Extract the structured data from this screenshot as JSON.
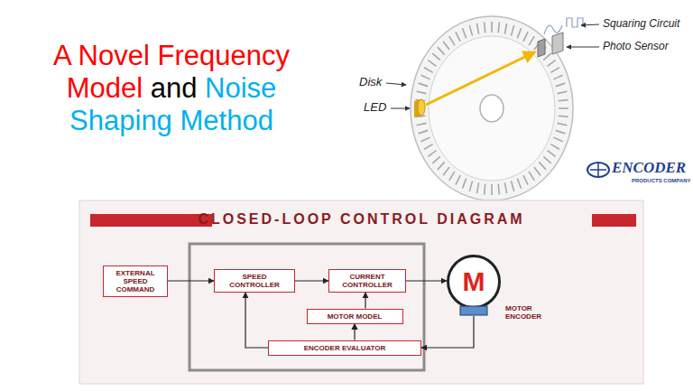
{
  "diagram": {
    "title": "A Novel Frequency Model and Noise Shaping Method",
    "nodes": [
      {
        "text": [
          "CLOSED-LOOP CONTROL DIAGRAM"
        ]
      },
      {
        "text": [
          "EXTERNAL SPEED COMMAND"
        ],
        "in": 0
      },
      {
        "text": [
          "SPEED CONTROLLER"
        ],
        "in": 0
      },
      {
        "text": [
          "CURRENT CONTROLLER"
        ],
        "in": 0
      },
      {
        "text": [
          "MOTOR MODEL"
        ],
        "in": 0
      },
      {
        "text": [
          "ENCODER EVALUATOR"
        ],
        "in": 0
      },
      {
        "text": [
          "M"
        ],
        "in": 0
      }
    ],
    "edges": [
      {
        "from": 1,
        "to": 2,
        "arrow": "to"
      },
      {
        "from": 2,
        "to": 3,
        "arrow": "to"
      },
      {
        "from": 4,
        "to": 3,
        "arrow": "to"
      },
      {
        "from": 5,
        "to": 4,
        "arrow": "to"
      },
      {
        "from": 5,
        "to": 2,
        "arrow": "to"
      },
      {
        "from": 3,
        "to": 6,
        "arrow": "to"
      },
      {
        "from": 6,
        "to": 5,
        "arrow": "to"
      }
    ],
    "labels": [
      "Squaring Circuit",
      "Photo Sensor",
      "Disk",
      "LED",
      "ENCODER",
      "PRODUCTS COMPANY",
      "MOTOR ENCODER"
    ]
  }
}
